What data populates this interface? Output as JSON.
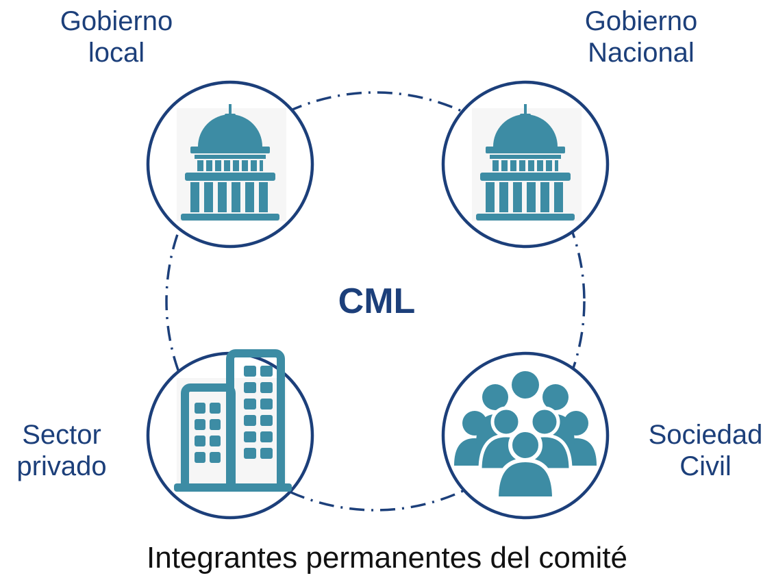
{
  "colors": {
    "ring": "#1c3f7a",
    "icon": "#3d8ca4",
    "label": "#1c3f7a",
    "caption": "#111111"
  },
  "center": {
    "label": "CML"
  },
  "nodes": [
    {
      "id": "gobierno-local",
      "icon": "capitol-icon",
      "label_lines": [
        "Gobierno",
        "local"
      ]
    },
    {
      "id": "gobierno-nacional",
      "icon": "capitol-icon",
      "label_lines": [
        "Gobierno",
        "Nacional"
      ]
    },
    {
      "id": "sector-privado",
      "icon": "buildings-icon",
      "label_lines": [
        "Sector",
        "privado"
      ]
    },
    {
      "id": "sociedad-civil",
      "icon": "people-group-icon",
      "label_lines": [
        "Sociedad",
        "Civil"
      ]
    }
  ],
  "caption": "Integrantes permanentes del comité"
}
